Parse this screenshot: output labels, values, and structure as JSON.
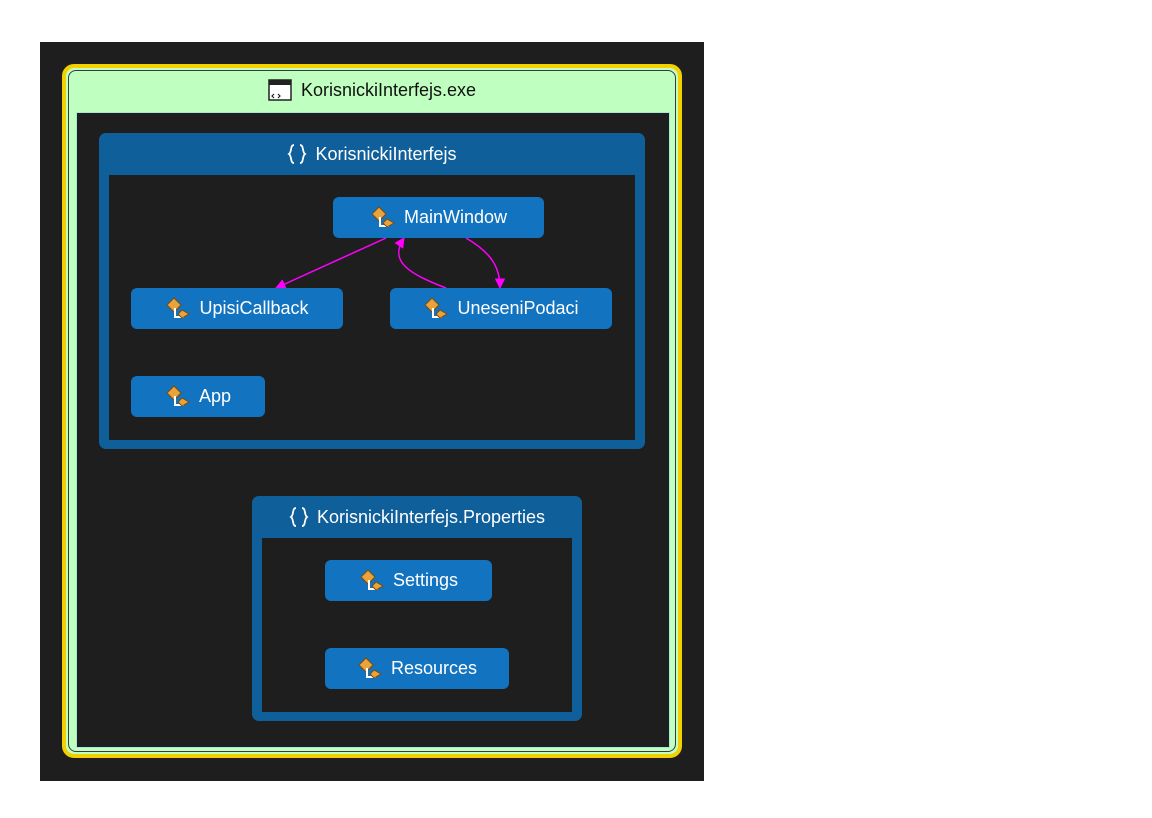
{
  "assembly": {
    "name": "KorisnickiInterfejs.exe",
    "icon": "exe-window-icon"
  },
  "namespaces": [
    {
      "name": "KorisnickiInterfejs",
      "icon": "namespace-icon",
      "classes": [
        "MainWindow",
        "UpisiCallback",
        "UneseniPodaci",
        "App"
      ]
    },
    {
      "name": "KorisnickiInterfejs.Properties",
      "icon": "namespace-icon",
      "classes": [
        "Settings",
        "Resources"
      ]
    }
  ],
  "edges": [
    {
      "from": "MainWindow",
      "to": "UpisiCallback"
    },
    {
      "from": "MainWindow",
      "to": "UneseniPodaci"
    },
    {
      "from": "UneseniPodaci",
      "to": "MainWindow"
    }
  ],
  "colors": {
    "background": "#1e1e1e",
    "assembly_fill": "#bfffbf",
    "assembly_border": "#f5d000",
    "namespace_fill": "#0f5f9b",
    "class_fill": "#1273c0",
    "edge": "#ff00ff"
  }
}
